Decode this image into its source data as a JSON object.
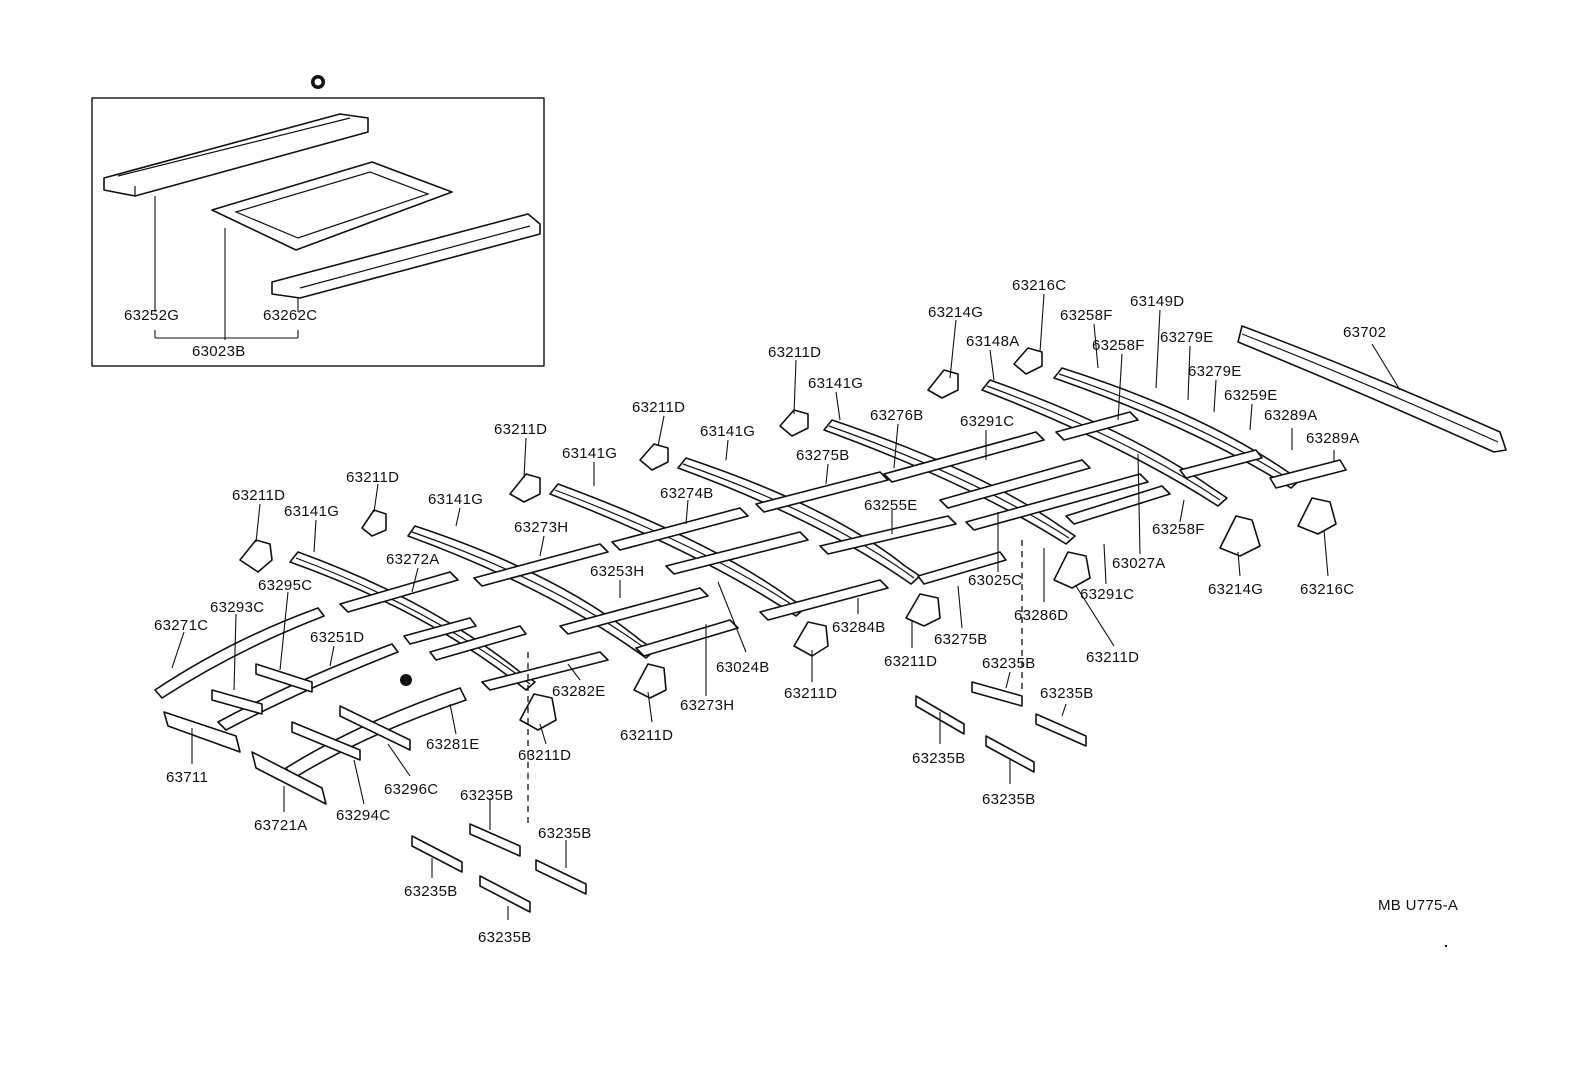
{
  "diagram": {
    "ref_code": "MB U775-A",
    "inset": {
      "labels": [
        "63252G",
        "63262C",
        "63023B"
      ]
    },
    "labels": [
      "63216C",
      "63214G",
      "63258F",
      "63149D",
      "63148A",
      "63258F",
      "63279E",
      "63702",
      "63279E",
      "63211D",
      "63259E",
      "63141G",
      "63276B",
      "63289A",
      "63289A",
      "63291C",
      "63211D",
      "63211D",
      "63141G",
      "63275B",
      "63141G",
      "63211D",
      "63274B",
      "63141G",
      "63255E",
      "63258F",
      "63027A",
      "63211D",
      "63141G",
      "63273H",
      "63025C",
      "63214G",
      "63216C",
      "63272A",
      "63291C",
      "63253H",
      "63286D",
      "63295C",
      "63293C",
      "63284B",
      "63275B",
      "63271C",
      "63251D",
      "63211D",
      "63211D",
      "63024B",
      "63235B",
      "63282E",
      "63211D",
      "63235B",
      "63281E",
      "63273H",
      "63711",
      "63211D",
      "63211D",
      "63235B",
      "63296C",
      "63235B",
      "63721A",
      "63294C",
      "63235B",
      "63235B",
      "63235B",
      "63235B"
    ]
  }
}
